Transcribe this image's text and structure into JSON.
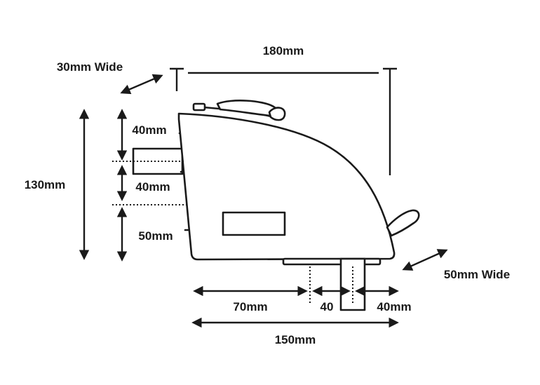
{
  "dimensions": {
    "width_top": "180mm",
    "strap_left_width": "30mm Wide",
    "height_total": "130mm",
    "segment_top": "40mm",
    "segment_middle": "40mm",
    "segment_bottom": "50mm",
    "bottom_left": "70mm",
    "bottom_mid": "40",
    "bottom_right": "40mm",
    "bottom_total": "150mm",
    "strap_right_width": "50mm Wide"
  }
}
